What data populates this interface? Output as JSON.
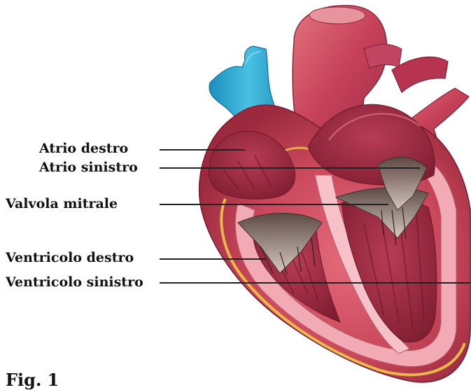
{
  "labels": {
    "right_atrium": "Atrio destro",
    "left_atrium": "Atrio sinistro",
    "mitral_valve": "Valvola mitrale",
    "right_ventricle": "Ventricolo destro",
    "left_ventricle": "Ventricolo sinistro"
  },
  "figure_caption": "Fig. 1",
  "colors": {
    "muscle": "#c9475a",
    "muscle_dark": "#8e1f34",
    "muscle_light": "#e98a94",
    "inner_wall": "#f3b7bf",
    "vena_cava": "#2fa9d2",
    "fat": "#f0c64a",
    "valve": "#6b5a52",
    "leader": "#222222"
  }
}
